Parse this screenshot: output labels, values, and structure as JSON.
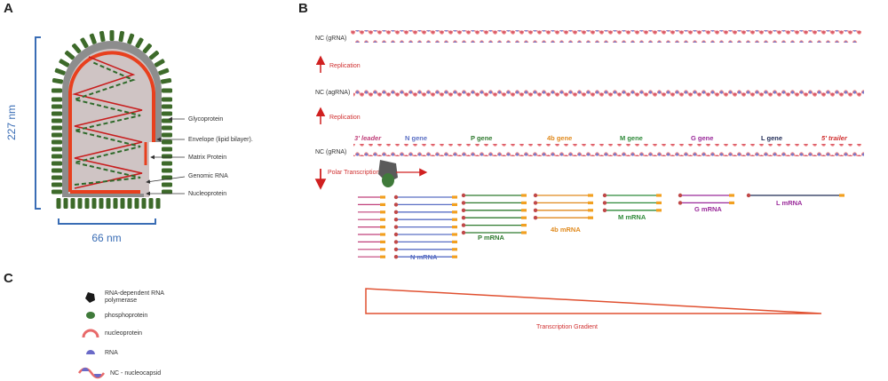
{
  "panels": {
    "a": "A",
    "b": "B",
    "c": "C"
  },
  "panel_a": {
    "height_label": "227 nm",
    "width_label": "66 nm",
    "labels": {
      "glycoprotein": "Glycoprotein",
      "envelope": "Envelope (lipid bilayer).",
      "matrix": "Matrix Protein",
      "genomic_rna": "Genomic RNA",
      "nucleoprotein": "Nucleoprotein"
    }
  },
  "panel_b": {
    "nc_labels": [
      "NC (gRNA)",
      "NC (agRNA)",
      "NC (gRNA)"
    ],
    "replication": "Replication",
    "polar_transcription": "Polar Transcription",
    "leader": "3' leader",
    "trailer": "5' trailer",
    "genes": [
      {
        "name": "N gene",
        "color": "#5a6fc4",
        "mrna": "N mRNA",
        "count": 9
      },
      {
        "name": "P gene",
        "color": "#2f7a2f",
        "mrna": "P mRNA",
        "count": 6
      },
      {
        "name": "4b gene",
        "color": "#e08a1e",
        "mrna": "4b mRNA",
        "count": 4
      },
      {
        "name": "M gene",
        "color": "#2f8a3a",
        "mrna": "M mRNA",
        "count": 3
      },
      {
        "name": "G gene",
        "color": "#9a2a9a",
        "mrna": "G mRNA",
        "count": 2
      },
      {
        "name": "L gene",
        "color": "#1f2a55",
        "mrna": "L mRNA",
        "count": 1
      }
    ],
    "leader_color": "#c0407a",
    "trailer_color": "#d03030",
    "leader_count": 9
  },
  "panel_c": {
    "legend": [
      {
        "label": "RNA-dependent RNA polymerase",
        "icon": "polymerase-icon"
      },
      {
        "label": "phosphoprotein",
        "icon": "phosphoprotein-icon"
      },
      {
        "label": "nucleoprotein",
        "icon": "nucleoprotein-icon"
      },
      {
        "label": "RNA",
        "icon": "rna-icon"
      },
      {
        "label": "NC - nucleocapsid",
        "icon": "nucleocapsid-icon"
      }
    ],
    "gradient_label": "Transcription Gradient"
  }
}
